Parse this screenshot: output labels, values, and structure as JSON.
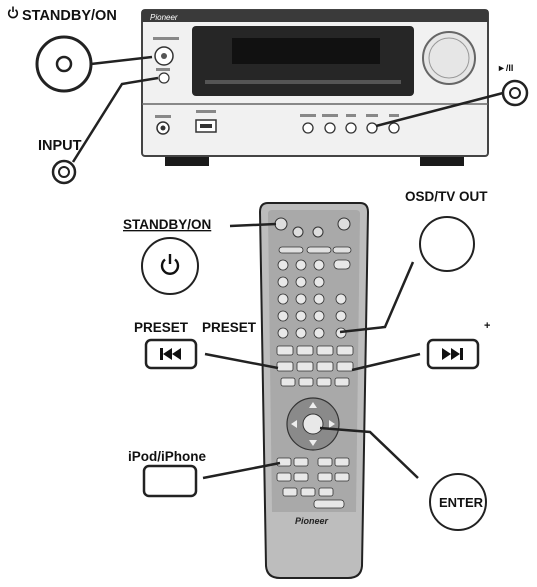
{
  "labels": {
    "standby_top": "STANDBY/ON",
    "input": "INPUT",
    "play_pause": "►/II",
    "osd_tv_out": "OSD/TV OUT",
    "standby_remote": "STANDBY/ON",
    "preset_minus": "PRESET",
    "preset_plus": "PRESET",
    "plus_sign": "+",
    "ipod_iphone": "iPod/iPhone",
    "enter": "ENTER"
  },
  "brand": {
    "unit_logo": "Pioneer",
    "remote_logo": "Pioneer"
  },
  "icons": {
    "power": "power-icon",
    "prev": "skip-previous-icon",
    "next": "skip-next-icon"
  }
}
